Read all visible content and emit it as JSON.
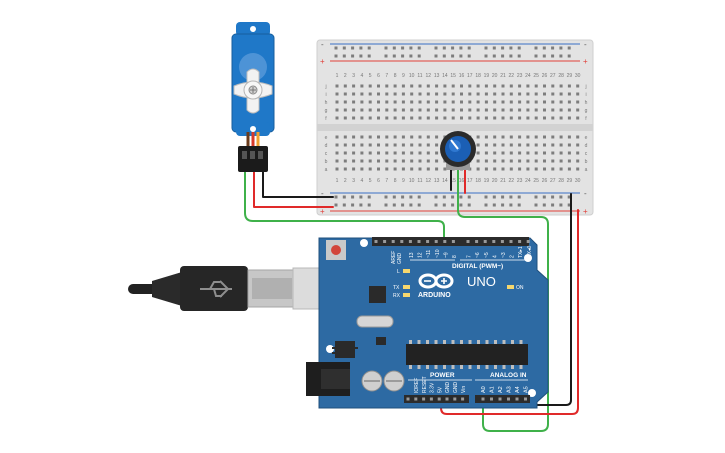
{
  "colors": {
    "background": "#ffffff",
    "board": "#2d6aa3",
    "board_edge": "#20507d",
    "breadboard": "#e3e3e3",
    "rail_red": "#e0403a",
    "rail_blue": "#3a6fc4",
    "wire_green": "#3fb14a",
    "wire_red": "#e02a2a",
    "wire_black": "#1a1a1a",
    "servo": "#1f78c8",
    "pot_knob": "#1b5fb5"
  },
  "breadboard": {
    "column_numbers": [
      "1",
      "2",
      "3",
      "4",
      "5",
      "6",
      "7",
      "8",
      "9",
      "10",
      "11",
      "12",
      "13",
      "14",
      "15",
      "16",
      "17",
      "18",
      "19",
      "20",
      "21",
      "22",
      "23",
      "24",
      "25",
      "26",
      "27",
      "28",
      "29",
      "30"
    ],
    "top_rows": [
      "j",
      "i",
      "h",
      "g",
      "f"
    ],
    "bottom_rows": [
      "e",
      "d",
      "c",
      "b",
      "a"
    ],
    "rail_minus": "-",
    "rail_plus": "+"
  },
  "arduino": {
    "logo_text": "ARDUINO",
    "model": "UNO",
    "digital_label": "DIGITAL (PWM~)",
    "power_label": "POWER",
    "analog_label": "ANALOG IN",
    "aref": "AREF",
    "gnd": "GND",
    "digital_pins": [
      "13",
      "12",
      "~11",
      "~10",
      "~9",
      "8",
      "7",
      "~6",
      "~5",
      "4",
      "~3",
      "2",
      "TX▸1",
      "RX◂0"
    ],
    "power_pins": [
      "IOREF",
      "RESET",
      "3.3V",
      "5V",
      "GND",
      "GND",
      "Vin"
    ],
    "analog_pins": [
      "A0",
      "A1",
      "A2",
      "A3",
      "A4",
      "A5"
    ],
    "led_l": "L",
    "led_tx": "TX",
    "led_rx": "RX",
    "led_on": "ON"
  },
  "components": {
    "servo": "servo-motor",
    "potentiometer": "rotary-potentiometer",
    "usb": "usb-cable"
  }
}
